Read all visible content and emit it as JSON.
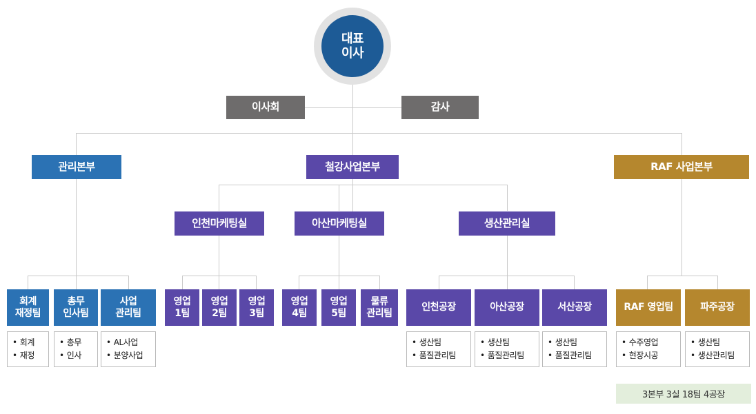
{
  "colors": {
    "ceo": "#1d5b96",
    "ceo_ring": "#e2e2e2",
    "gray": "#6e6c6c",
    "blue": "#2b72b4",
    "purple": "#5a48a8",
    "gold": "#b5872e",
    "line": "#c9c9c9",
    "summary_bg": "#e3eedc",
    "sublist_border": "#b9b9b9"
  },
  "ceo": {
    "line1": "대표",
    "line2": "이사"
  },
  "governance": {
    "board": "이사회",
    "auditor": "감사"
  },
  "divisions": [
    {
      "label": "관리본부"
    },
    {
      "label": "철강사업본부"
    },
    {
      "label": "RAF 사업본부"
    }
  ],
  "offices": [
    {
      "label": "인천마케팅실"
    },
    {
      "label": "아산마케팅실"
    },
    {
      "label": "생산관리실"
    }
  ],
  "teams": {
    "management": [
      {
        "line1": "회계",
        "line2": "재정팀",
        "items": [
          "회계",
          "재정"
        ]
      },
      {
        "line1": "총무",
        "line2": "인사팀",
        "items": [
          "총무",
          "인사"
        ]
      },
      {
        "line1": "사업",
        "line2": "관리팀",
        "items": [
          "AL사업",
          "분양사업"
        ]
      }
    ],
    "incheon_marketing": [
      {
        "line1": "영업",
        "line2": "1팀"
      },
      {
        "line1": "영업",
        "line2": "2팀"
      },
      {
        "line1": "영업",
        "line2": "3팀"
      }
    ],
    "asan_marketing": [
      {
        "line1": "영업",
        "line2": "4팀"
      },
      {
        "line1": "영업",
        "line2": "5팀"
      },
      {
        "line1": "물류",
        "line2": "관리팀"
      }
    ],
    "production": [
      {
        "label": "인천공장",
        "items": [
          "생산팀",
          "품질관리팀"
        ]
      },
      {
        "label": "아산공장",
        "items": [
          "생산팀",
          "품질관리팀"
        ]
      },
      {
        "label": "서산공장",
        "items": [
          "생산팀",
          "품질관리팀"
        ]
      }
    ],
    "raf": [
      {
        "label": "RAF 영업팀",
        "items": [
          "수주영업",
          "현장시공"
        ]
      },
      {
        "label": "파주공장",
        "items": [
          "생산팀",
          "생산관리팀"
        ]
      }
    ]
  },
  "summary": "3본부 3실 18팀 4공장"
}
